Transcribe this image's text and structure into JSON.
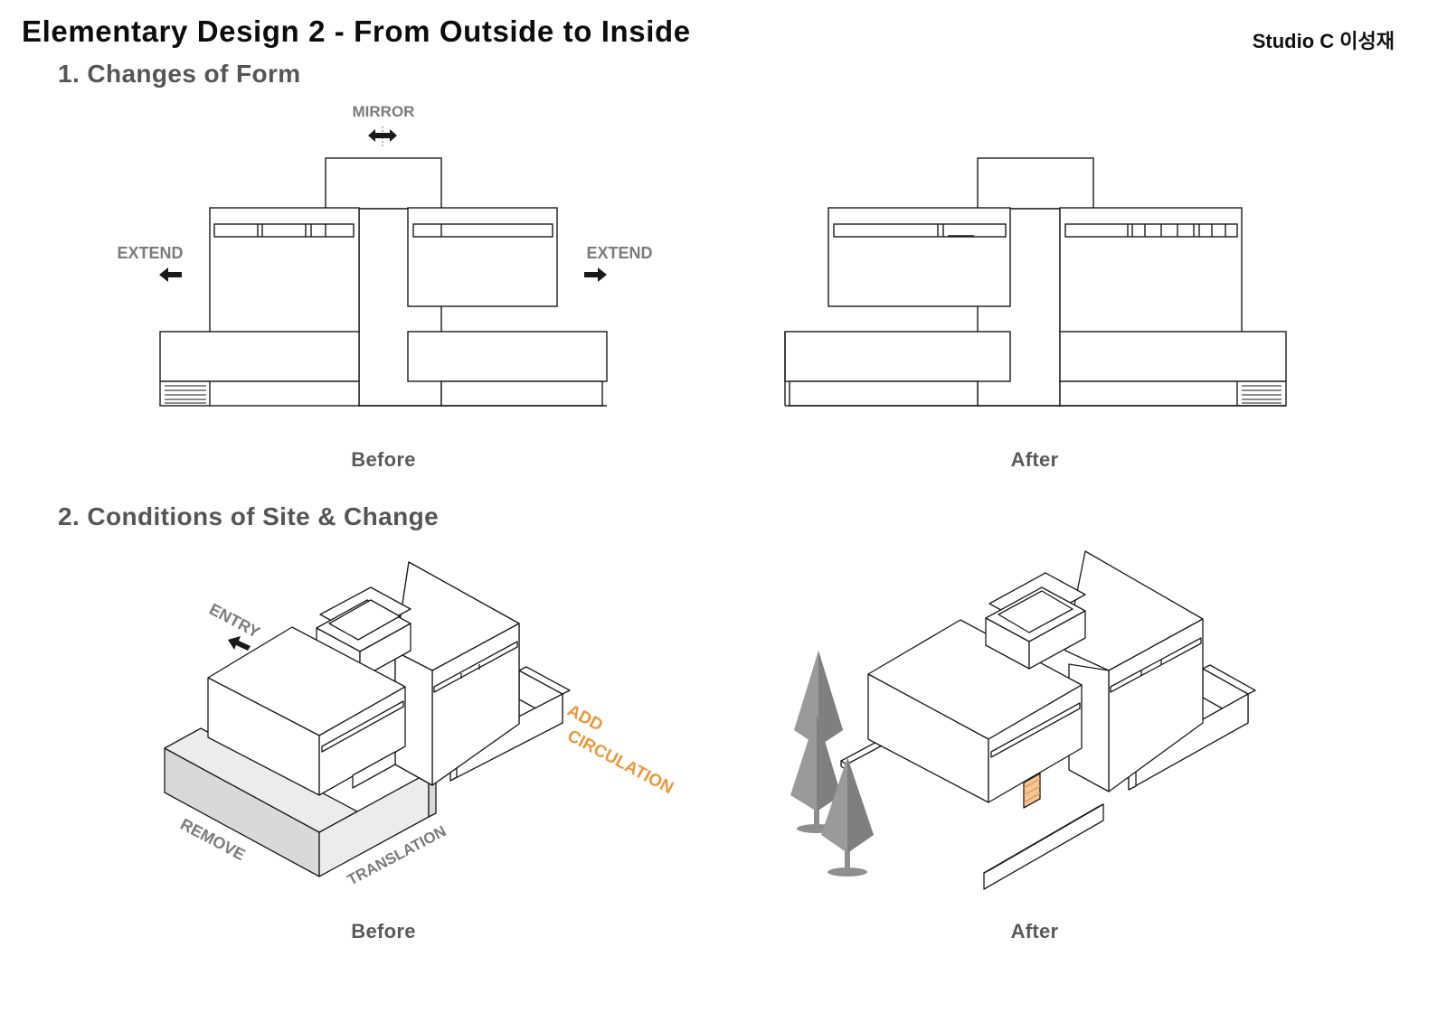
{
  "header": {
    "title": "Elementary Design 2 - From Outside to Inside",
    "studio": "Studio C  이성재"
  },
  "section1": {
    "heading": "1. Changes of Form",
    "labels": {
      "mirror": "MIRROR",
      "extend_left": "EXTEND",
      "extend_right": "EXTEND"
    },
    "before_caption": "Before",
    "after_caption": "After"
  },
  "section2": {
    "heading": "2. Conditions of Site & Change",
    "labels": {
      "entry": "ENTRY",
      "add": "ADD",
      "circulation": "CIRCULATION",
      "remove": "REMOVE",
      "translation": "TRANSLATION"
    },
    "before_caption": "Before",
    "after_caption": "After"
  },
  "colors": {
    "line": "#1a1a1a",
    "label_gray": "#7b7b7b",
    "accent_orange": "#e9983c",
    "removed_fill": "#d9d9d9",
    "tree_gray": "#8e8e8e"
  }
}
